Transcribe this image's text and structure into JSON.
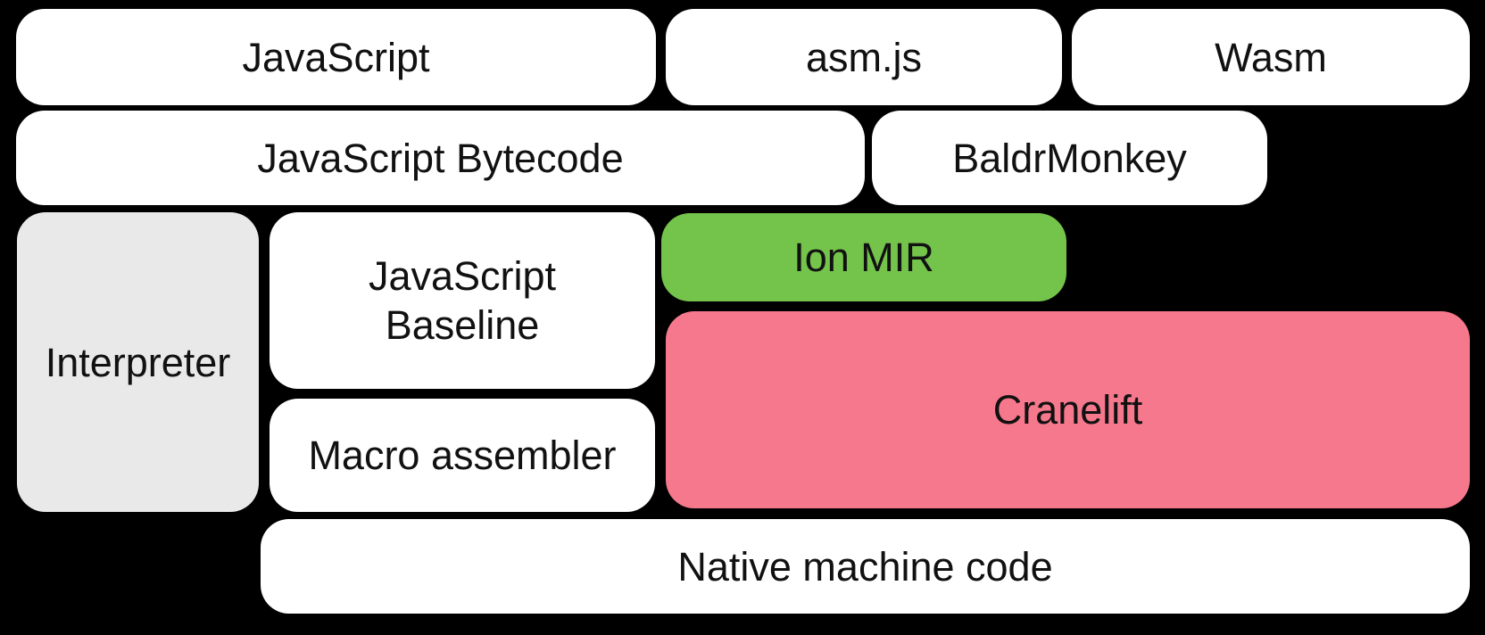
{
  "diagram": {
    "description": "Compiler pipeline block diagram",
    "boxes": {
      "javascript": {
        "label": "JavaScript"
      },
      "asmjs": {
        "label": "asm.js"
      },
      "wasm": {
        "label": "Wasm"
      },
      "bytecode": {
        "label": "JavaScript Bytecode"
      },
      "baldrmonkey": {
        "label": "BaldrMonkey"
      },
      "interpreter": {
        "label": "Interpreter"
      },
      "baseline": {
        "line1": "JavaScript",
        "line2": "Baseline"
      },
      "ion_mir": {
        "label": "Ion MIR"
      },
      "cranelift": {
        "label": "Cranelift"
      },
      "macro_assembler": {
        "label": "Macro assembler"
      },
      "native": {
        "label": "Native machine code"
      }
    },
    "colors": {
      "background": "#000000",
      "box_default": "#ffffff",
      "interpreter_box": "#e9e9e9",
      "ion_mir_box": "#74c34b",
      "cranelift_box": "#f5788c",
      "text": "#111111"
    }
  }
}
